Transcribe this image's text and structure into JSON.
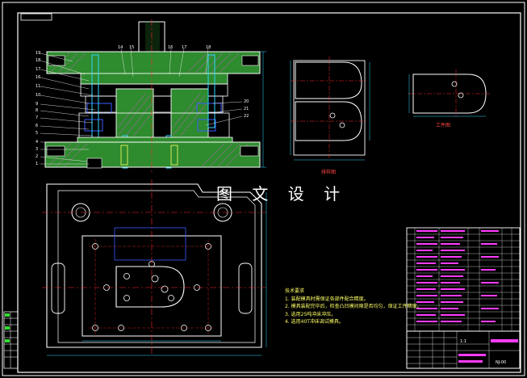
{
  "watermark": "图 文 设 计",
  "notes": {
    "title": "技术要求",
    "items": [
      "1. 装配模具时需保证各部件配合精度。",
      "2. 模具装配完毕后，检查凸凹模间隙是否均匀，保证工件精度。",
      "3. 选用25吨冲床冲压。",
      "4. 选用40T冲床调试模具。"
    ]
  },
  "labels": {
    "blank_view": "工件图",
    "strip_view": "排样图"
  },
  "title_block": {
    "scale": "1:1",
    "drawing_code": "NJ-00"
  },
  "part_numbers_left": [
    "19",
    "18",
    "17",
    "16",
    "11",
    "10",
    "9",
    "8",
    "7",
    "6",
    "5",
    "4",
    "3",
    "2",
    "1"
  ],
  "part_numbers_top": [
    "14",
    "15",
    "16",
    "17",
    "18"
  ],
  "part_numbers_right": [
    "20",
    "21",
    "22"
  ],
  "colors": {
    "background": "#000000",
    "frame": "#ffffff",
    "section_fill": "#2e8b2e",
    "hatch": "#ff4fff",
    "centerline": "#ff2a2a",
    "outline_cyan": "#2fd6ff",
    "outline_blue": "#3a5bff",
    "text_yellow": "#ffff66",
    "table_magenta": "#ff3cff",
    "green_marks": "#33dd33"
  }
}
